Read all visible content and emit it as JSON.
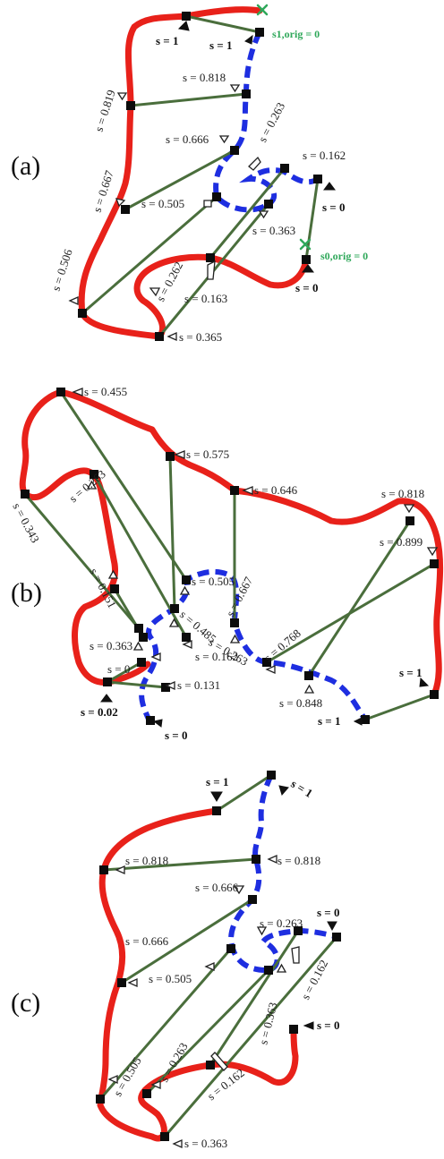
{
  "panels": {
    "a": "(a)",
    "b": "(b)",
    "c": "(c)"
  },
  "colors": {
    "curve_1": "#e8211a",
    "curve_2": "#1e2ee0",
    "correspondence_line": "#4a6e3c",
    "orig_marker": "#2fa85a"
  },
  "labels_a": {
    "s1_red": "s = 1",
    "s1_blue": "s = 1",
    "s1_orig": "s1,orig = 0",
    "s0_orig": "s0,orig = 0",
    "s0_blue": "s = 0",
    "s0_red": "s = 0",
    "r0819": "s = 0.819",
    "b0818": "s = 0.818",
    "b0666": "s = 0.666",
    "b0263": "s = 0.263",
    "b0162": "s = 0.162",
    "r0667": "s = 0.667",
    "b0505": "s = 0.505",
    "b0363": "s = 0.363",
    "r0506": "s = 0.506",
    "r0262": "s = 0.262",
    "r0163": "s = 0.163",
    "r0365": "s = 0.365"
  },
  "labels_b": {
    "r0455": "s = 0.455",
    "r0575": "s = 0.575",
    "r0646": "s = 0.646",
    "r0818": "s = 0.818",
    "r0263": "s = 0.263",
    "r0343": "s = 0.343",
    "r0151": "s = 0.151",
    "b0505": "s = 0.505",
    "b0667": "s = 0.667",
    "r0899": "s = 0.899",
    "b0485": "s = 0.485",
    "b0768": "s = 0.768",
    "b0363": "s = 0.363",
    "b0263": "s = 0.263",
    "b0162": "s = 0.162",
    "r1": "s = 1",
    "r0": "s = 0",
    "b0131": "s = 0.131",
    "b0848": "s = 0.848",
    "b1": "s = 1",
    "r002": "s = 0.02",
    "b0": "s = 0"
  },
  "labels_c": {
    "r1": "s = 1",
    "b1": "s = 1",
    "r0818": "s = 0.818",
    "b0818": "s = 0.818",
    "b0666": "s = 0.666",
    "r0666": "s = 0.666",
    "b0263": "s = 0.263",
    "b0": "s = 0",
    "r0505": "s = 0.505",
    "b0162": "s = 0.162",
    "r0505d": "s = 0.505",
    "r0263": "s = 0.263",
    "b0363": "s = 0.363",
    "r0": "s = 0",
    "r0162": "s = 0.162",
    "r0363": "s = 0.363"
  }
}
